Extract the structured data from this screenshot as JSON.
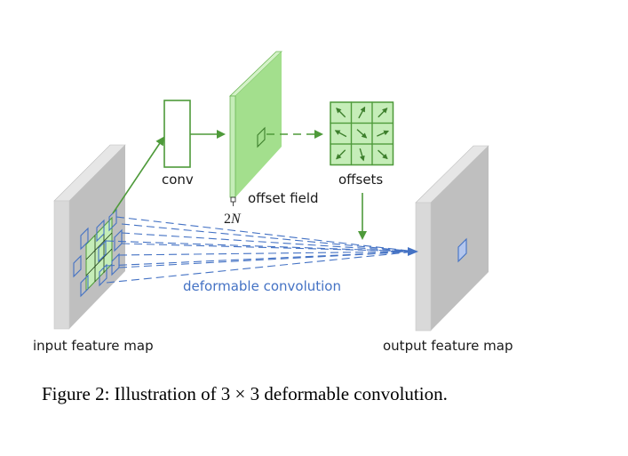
{
  "labels": {
    "conv": "conv",
    "offset_field": "offset field",
    "offset_field_channels_num": "2",
    "offset_field_channels_var": "N",
    "offsets": "offsets",
    "deformable_convolution": "deformable convolution",
    "input_feature_map": "input feature map",
    "output_feature_map": "output feature map"
  },
  "caption": "Figure 2: Illustration of 3 × 3 deformable convolution.",
  "offsets_grid": {
    "rows": 3,
    "cols": 3,
    "arrows": [
      "up-left",
      "up-right-steep",
      "up-right",
      "left-slight-up",
      "down-right",
      "right-slight-up",
      "down-left",
      "down-slight-right",
      "down-right"
    ]
  },
  "colors": {
    "green": "#4e9a3a",
    "green_fill": "#a3df8d",
    "green_light": "#c5edb8",
    "blue": "#4472c4",
    "gray_front": "#d9d9d9",
    "gray_face": "#bfbfbf"
  }
}
